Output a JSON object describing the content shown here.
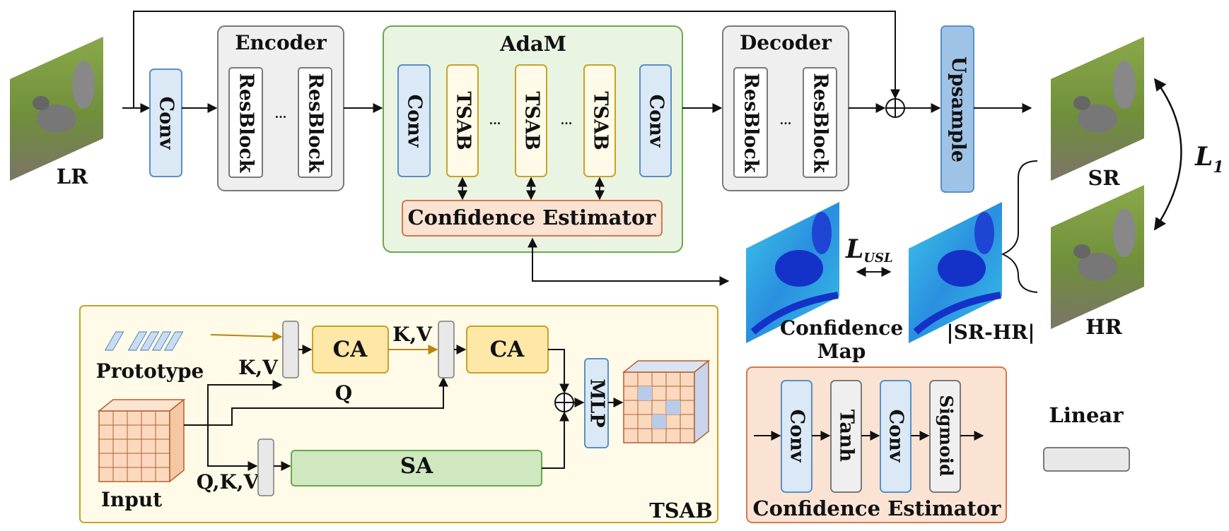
{
  "io": {
    "lr": "LR",
    "sr": "SR",
    "hr": "HR",
    "loss_l1": "L",
    "loss_l1_sub": "1",
    "loss_usl": "L",
    "loss_usl_sub": "USL"
  },
  "main": {
    "conv": "Conv",
    "encoder": {
      "title": "Encoder",
      "block": "ResBlock",
      "dots": "..."
    },
    "adam": {
      "title": "AdaM",
      "conv": "Conv",
      "tsab": "TSAB",
      "dots": "...",
      "confidence_estimator": "Confidence Estimator"
    },
    "decoder": {
      "title": "Decoder",
      "block": "ResBlock",
      "dots": "..."
    },
    "upsample": "Upsample",
    "confidence_map": [
      "Confidence",
      "Map"
    ],
    "diff_map": "|SR-HR|"
  },
  "tsab": {
    "title": "TSAB",
    "prototype": "Prototype",
    "input": "Input",
    "kv1": "K,V",
    "kv2": "K,V",
    "q": "Q",
    "qkv": "Q,K,V",
    "ca": "CA",
    "sa": "SA",
    "mlp": "MLP"
  },
  "ce_detail": {
    "title": "Confidence Estimator",
    "layers": [
      "Conv",
      "Tanh",
      "Conv",
      "Sigmoid"
    ]
  },
  "legend": {
    "linear": "Linear"
  },
  "colors": {
    "conv_fill": "#dbe9f6",
    "conv_stroke": "#5a8fc8",
    "gray_fill": "#efefef",
    "gray_stroke": "#7a7a7a",
    "adam_fill": "#eaf4e2",
    "adam_stroke": "#6aa84f",
    "tsab_fill": "#fffbe8",
    "tsab_stroke": "#c9a227",
    "ce_fill": "#fbe3d4",
    "ce_stroke": "#d9774a",
    "upsample_fill": "#9fc3e6",
    "ca_fill": "#ffe7a8",
    "sa_fill": "#cfe8bf",
    "heat_dark": "#1432c8",
    "heat_light": "#3cc8e6"
  }
}
